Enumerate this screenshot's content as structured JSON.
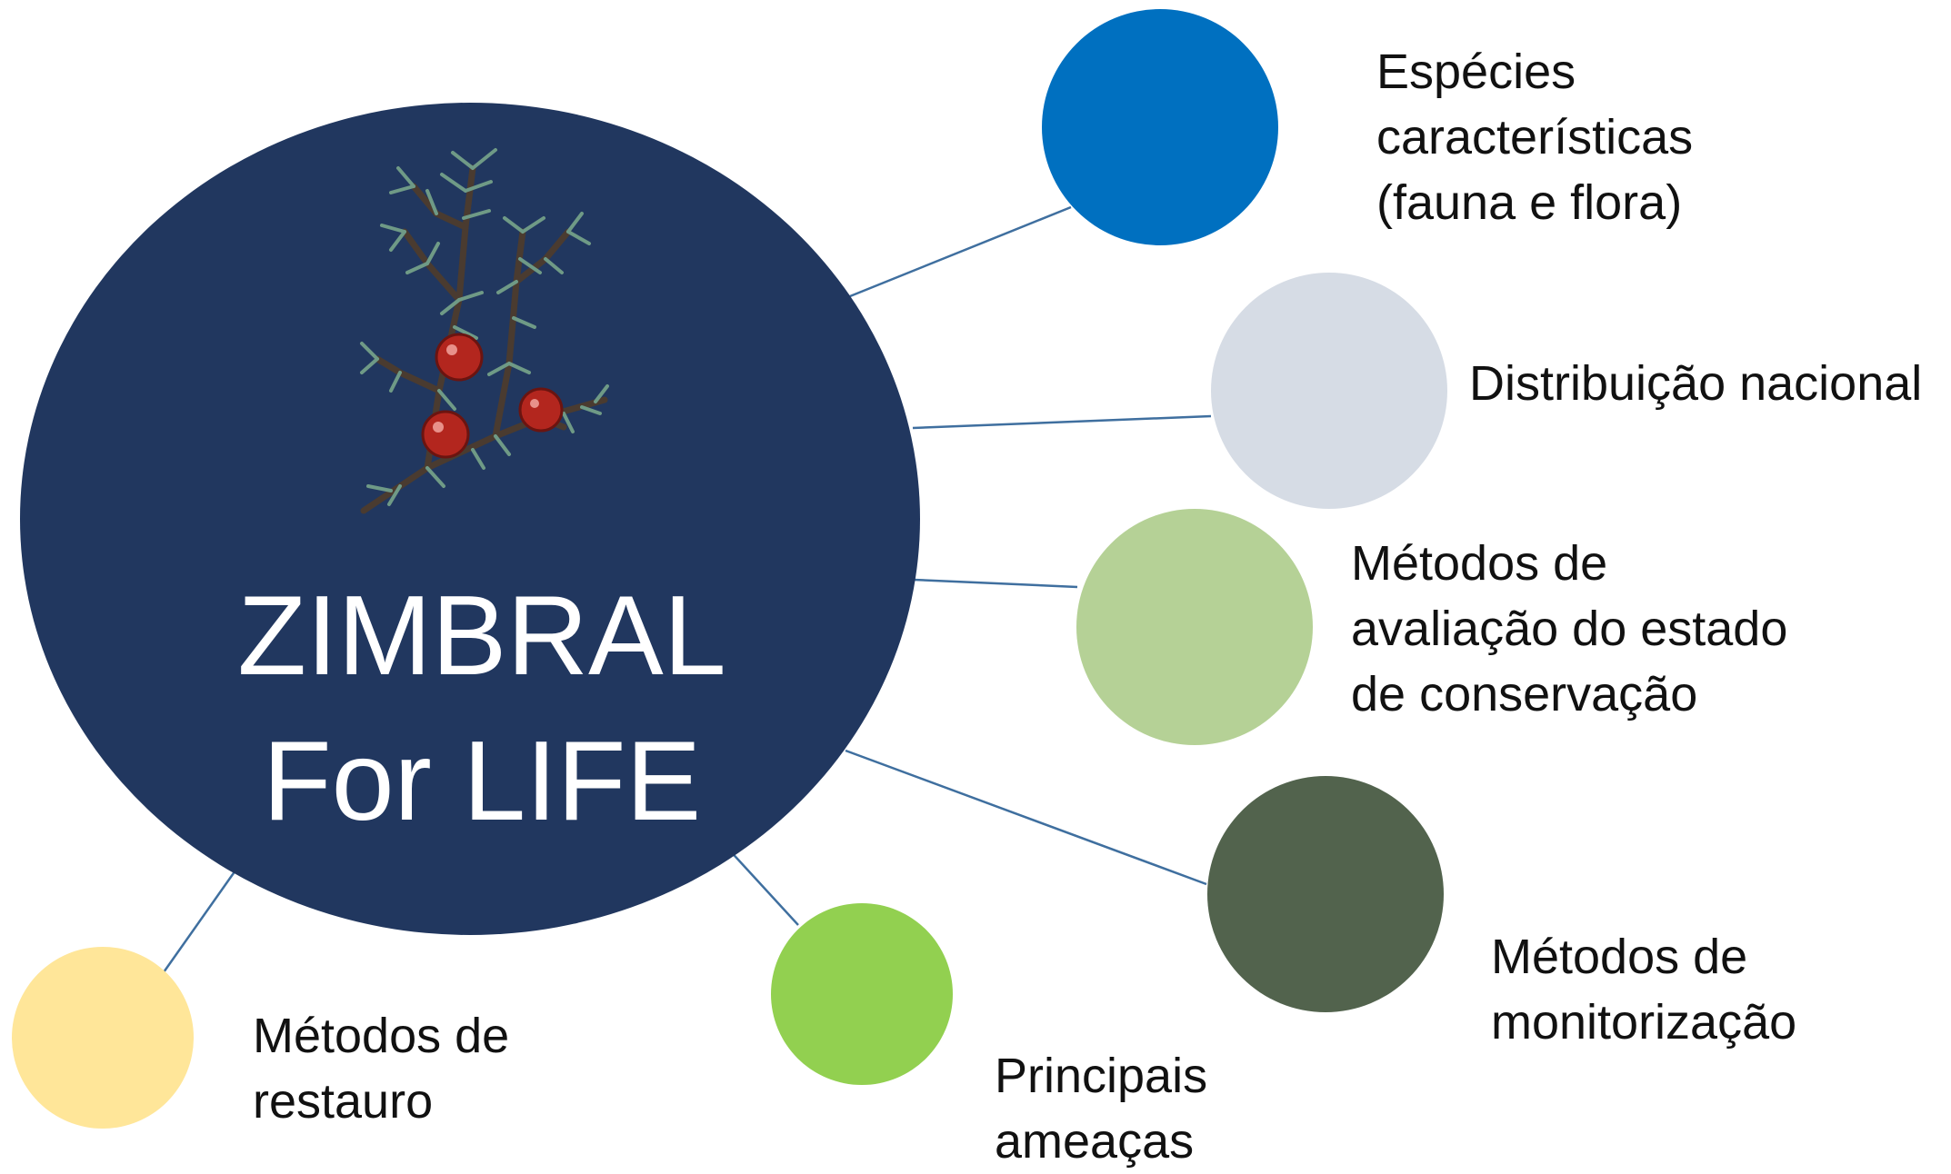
{
  "hub": {
    "title_line1": "ZIMBRAL",
    "title_line2": "For LIFE",
    "color": "#21375f",
    "image": "juniper-branch-with-red-berries"
  },
  "connector_color": "#3f6f9f",
  "topics": [
    {
      "id": "especies",
      "lines": [
        "Espécies",
        "características",
        "(fauna e flora)"
      ],
      "color": "#0070c0"
    },
    {
      "id": "distribuicao",
      "lines": [
        "Distribuição nacional"
      ],
      "color": "#d6dce5"
    },
    {
      "id": "avaliacao",
      "lines": [
        "Métodos de",
        "avaliação do estado",
        "de conservação"
      ],
      "color": "#b5d196"
    },
    {
      "id": "monitorizacao",
      "lines": [
        "Métodos de",
        "monitorização"
      ],
      "color": "#52634d"
    },
    {
      "id": "ameacas",
      "lines": [
        "Principais",
        "ameaças"
      ],
      "color": "#92d050"
    },
    {
      "id": "restauro",
      "lines": [
        "Métodos de",
        "restauro"
      ],
      "color": "#ffe699"
    }
  ]
}
